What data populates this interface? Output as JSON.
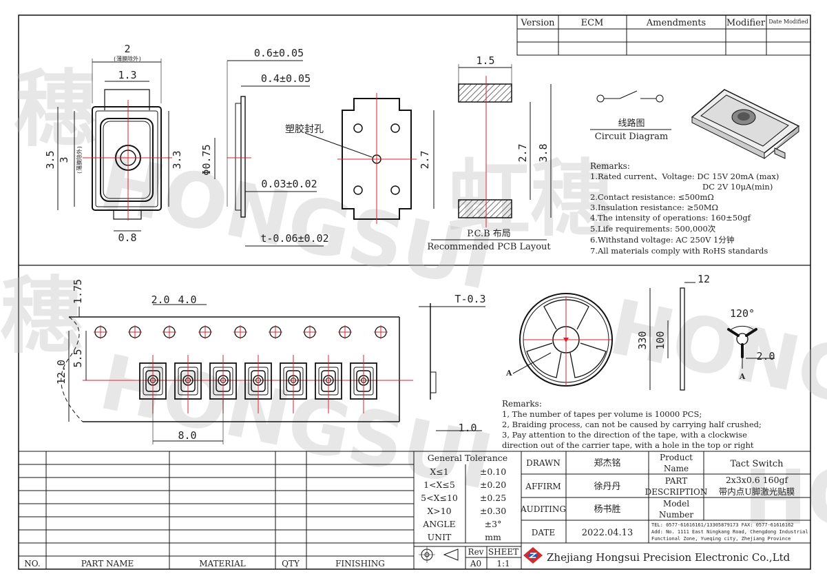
{
  "revision_table": {
    "headers": [
      "Version",
      "ECM",
      "Amendments",
      "Modifier",
      "Date Modified"
    ]
  },
  "watermark": {
    "brand_latin": "HONGSUI",
    "brand_cn_1": "穗",
    "brand_cn_2": "虹穗",
    "brand_cn_3": "穗",
    "brand_latin_2": "HONGSUI",
    "brand_latin_3": "HONGSUI",
    "brand_latin_4": "HONGSUI"
  },
  "top_view": {
    "width": "2",
    "width_note": "(薄膜除外)",
    "inner_width": "1.3",
    "height": "3.5",
    "inner_height": "3",
    "inner_height_note": "(薄膜除外)",
    "right_height": "3.3",
    "tab": "0.8"
  },
  "side_view": {
    "d1": "0.6±0.05",
    "d2": "0.4±0.05",
    "dia": "Φ0.75",
    "d3": "0.03±0.02",
    "d4": "t-0.06±0.02"
  },
  "hole_view": {
    "label": "塑胶封孔",
    "height": "2.7"
  },
  "pcb": {
    "width": "1.5",
    "h1": "2.7",
    "h2": "3.8",
    "title_1": "P.C.B 布局",
    "title_2": "Recommended PCB Layout"
  },
  "circuit": {
    "title_cn": "线路图",
    "title_en": "Circuit Diagram"
  },
  "remarks_1": {
    "title": "Remarks:",
    "lines": [
      "1.Rated current、Voltage: DC 15V 20mA (max)",
      "DC 2V 10μA(min)",
      "2.Contact resistance: ≤500mΩ",
      "3.Insulation resistance: ≥50MΩ",
      "4.The intensity of operations: 160±50gf",
      "5.Life requirements: 500,000次",
      "6.Withstand voltage: AC 250V 1分钟",
      "7.All materials comply with RoHS standards"
    ]
  },
  "tape": {
    "d1": "1.75",
    "d2": "2.0",
    "d3": "4.0",
    "d4": "5.5",
    "d5": "12.0",
    "d6": "8.0",
    "t": "T-0.3",
    "d7": "1.0"
  },
  "reel": {
    "label_a": "A",
    "w": "12",
    "d1": "330",
    "d2": "100",
    "angle": "120°",
    "w2": "2.0",
    "label_a2": "A"
  },
  "remarks_2": {
    "title": "Remarks:",
    "lines": [
      "1, The number of tapes per volume is 10000 PCS;",
      "2, Braiding process, can not be caused by carrying half crushed;",
      "3, Pay attention to the direction of the tape, with a clockwise",
      "direction out of the carrier tape, with a hole in the top or right"
    ]
  },
  "bom": {
    "headers": [
      "NO.",
      "PART NAME",
      "MATERIAL",
      "QTY",
      "FINISHING"
    ]
  },
  "tolerance": {
    "title": "General Tolerance",
    "rows": [
      [
        "X≤1",
        "±0.10"
      ],
      [
        "1<X≤5",
        "±0.20"
      ],
      [
        "5<X≤10",
        "±0.25"
      ],
      [
        "X>10",
        "±0.30"
      ],
      [
        "ANGLE",
        "±3°"
      ],
      [
        "UNIT",
        "mm"
      ]
    ]
  },
  "rev_sheet": {
    "rev_label": "Rev",
    "sheet_label": "SHEET",
    "rev": "A0",
    "sheet": "1:1"
  },
  "signatures": [
    {
      "label": "DRAWN",
      "name": "郑杰铭"
    },
    {
      "label": "AFFIRM",
      "name": "徐丹丹"
    },
    {
      "label": "AUDITING",
      "name": "杨书胜"
    },
    {
      "label": "DATE",
      "name": "2022.04.13"
    }
  ],
  "product": {
    "name_label_1": "Product",
    "name_label_2": "Name",
    "name": "Tact Switch",
    "desc_label_1": "PART",
    "desc_label_2": "DESCRIPTION",
    "desc_1": "2x3x0.6 160gf",
    "desc_2": "带内点U脚激光贴膜",
    "model_label_1": "Model",
    "model_label_2": "Number",
    "model": ""
  },
  "company": {
    "contact_1": "TEL: 0577-61616161/13305879173   FAX: 0577-61616162",
    "contact_2": "Add: No. 1111 East Ningkang Road, Chengdong Industrial",
    "contact_3": "Functional Zone, Yueqing city, Zhejiang Province",
    "name": "Zhejiang Hongsui Precision Electronic Co.,Ltd"
  },
  "colors": {
    "centerline": "#e0202a",
    "line": "#111111",
    "hatch": "#333333",
    "logo_red": "#d42a2a",
    "logo_blue": "#2a5db0"
  }
}
